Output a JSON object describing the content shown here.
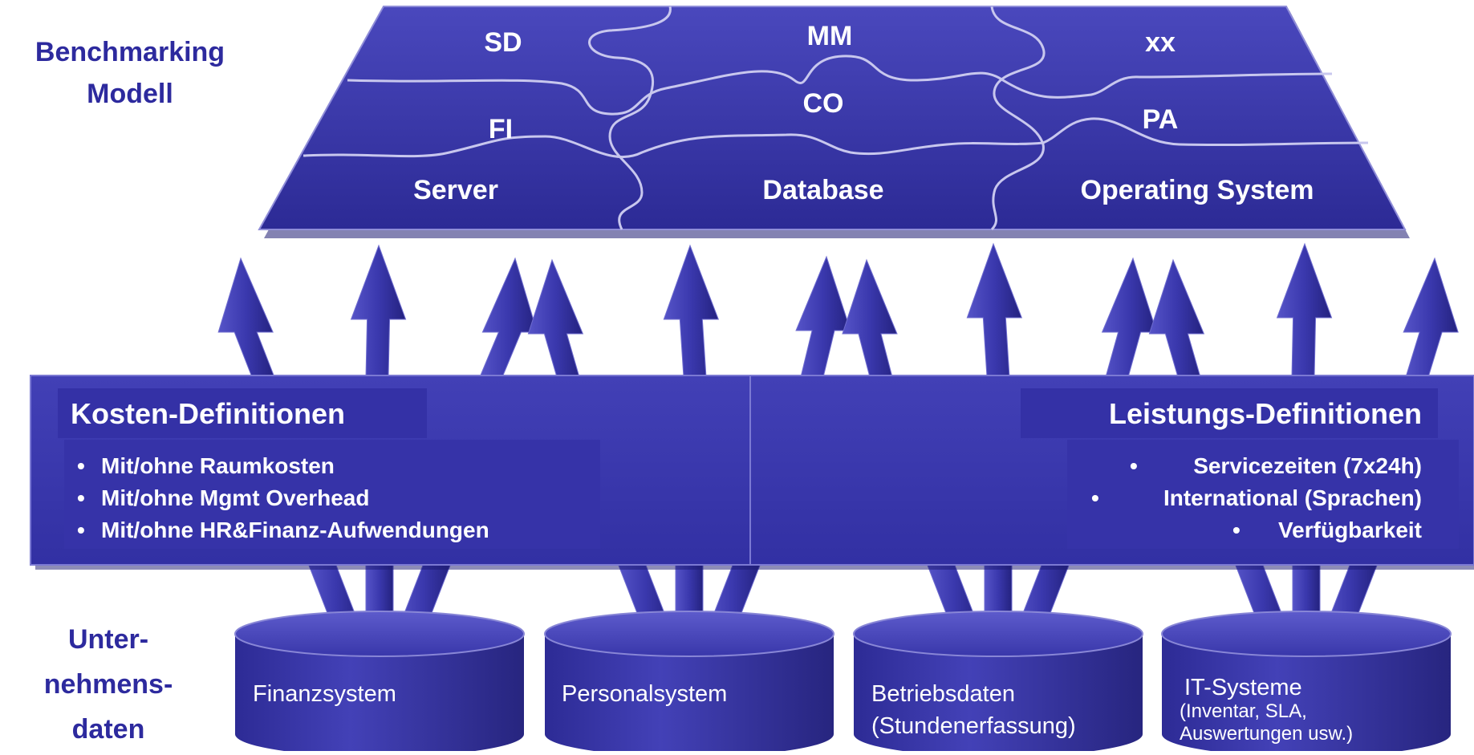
{
  "labels": {
    "benchmarking": [
      "Benchmarking",
      "Modell"
    ],
    "unternehmensdaten": [
      "Unter-",
      "nehmens-",
      "daten"
    ]
  },
  "puzzle": {
    "row1": [
      "SD",
      "MM",
      "xx"
    ],
    "row2": [
      "FI",
      "CO",
      "PA"
    ],
    "row3": [
      "Server",
      "Database",
      "Operating System"
    ]
  },
  "kosten": {
    "title": "Kosten-Definitionen",
    "items": [
      "Mit/ohne Raumkosten",
      "Mit/ohne Mgmt Overhead",
      "Mit/ohne HR&Finanz-Aufwendungen"
    ]
  },
  "leistungs": {
    "title": "Leistungs-Definitionen",
    "items": [
      "Servicezeiten (7x24h)",
      "International (Sprachen)",
      "Verfügbarkeit"
    ]
  },
  "databases": [
    {
      "name": "Finanzsystem",
      "sub": []
    },
    {
      "name": "Personalsystem",
      "sub": []
    },
    {
      "name": "Betriebsdaten",
      "sub": [
        "(Stundenerfassung)"
      ]
    },
    {
      "name": "IT-Systeme",
      "sub": [
        "(Inventar, SLA,",
        "Auswertungen usw.)"
      ]
    }
  ],
  "colors": {
    "primary": "#3533a6",
    "dark": "#1f1c7e",
    "light": "#5a58c8",
    "label": "#2d2a9e"
  }
}
